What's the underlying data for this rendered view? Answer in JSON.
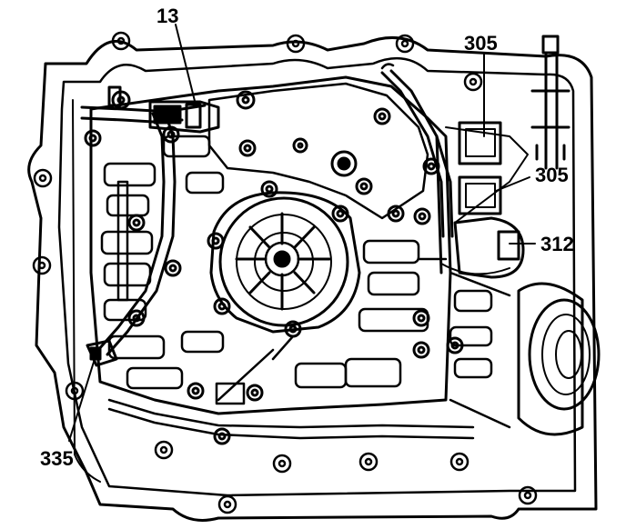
{
  "callouts": [
    {
      "id": "13",
      "label": "13"
    },
    {
      "id": "305a",
      "label": "305"
    },
    {
      "id": "305b",
      "label": "305"
    },
    {
      "id": "312",
      "label": "312"
    },
    {
      "id": "335",
      "label": "335"
    }
  ],
  "colors": {
    "ink": "#000000",
    "paper": "#ffffff"
  }
}
